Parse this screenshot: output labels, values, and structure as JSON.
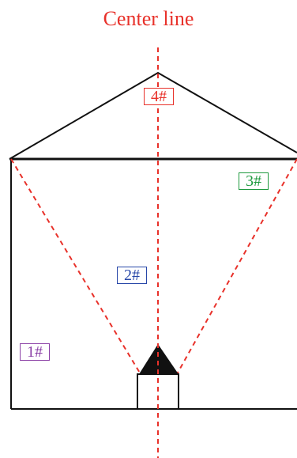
{
  "title": "Center line",
  "labels": {
    "zone4": "4#",
    "zone3": "3#",
    "zone2": "2#",
    "zone1": "1#"
  },
  "colors": {
    "title": "#e8312a",
    "center_line": "#e8312a",
    "sight_lines": "#e8312a",
    "outline": "#111111",
    "zone4": "#e8312a",
    "zone3": "#1f9a3f",
    "zone2": "#2747a8",
    "zone1": "#8a3fa5"
  }
}
